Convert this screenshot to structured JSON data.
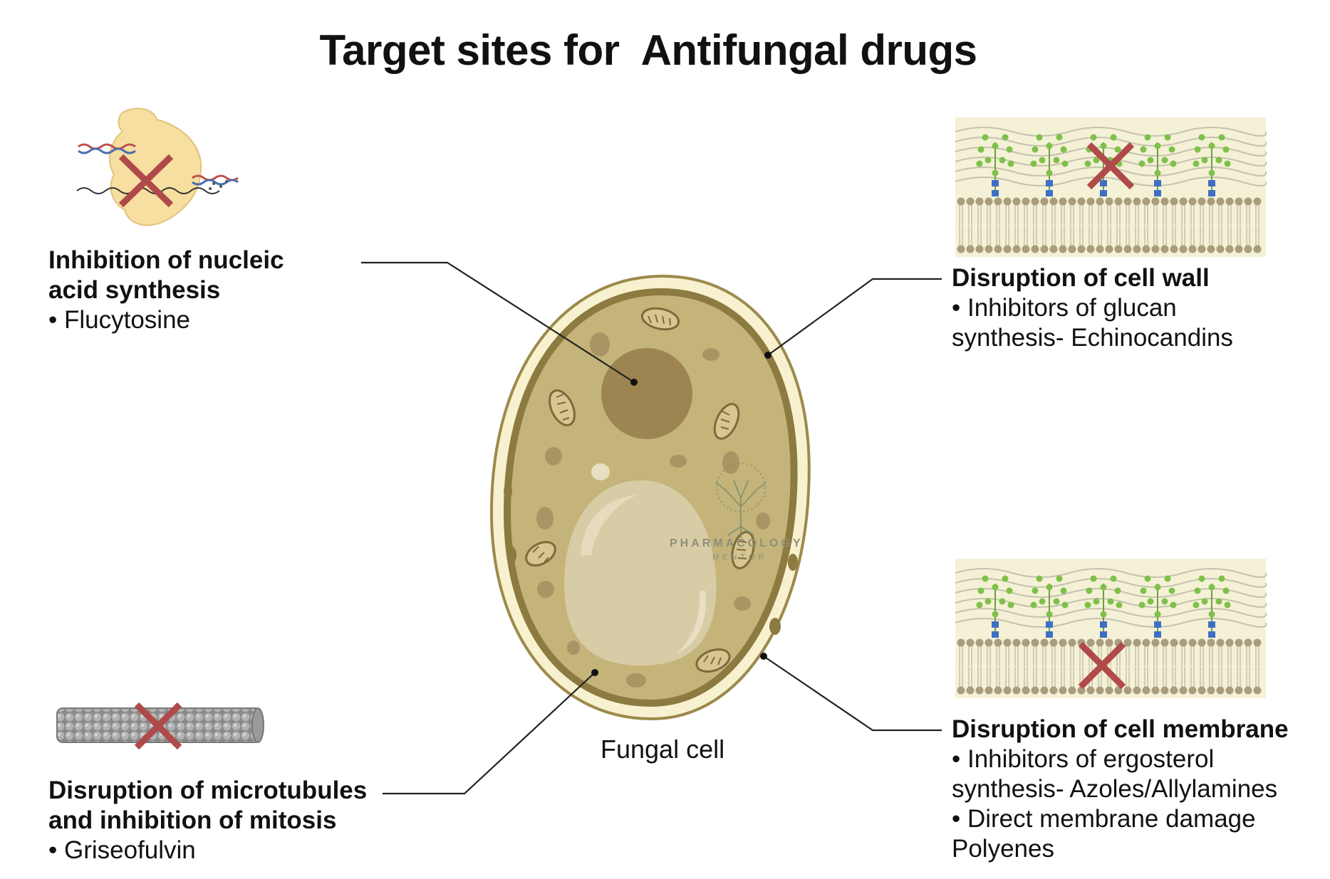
{
  "title": "Target sites for  Antifungal drugs",
  "cell_label": "Fungal cell",
  "watermark": {
    "line1": "PHARMACOLOGY",
    "line2": "MENTOR"
  },
  "targets": {
    "nucleic": {
      "heading": [
        "Inhibition of nucleic",
        "acid synthesis"
      ],
      "bullets": [
        "• Flucytosine"
      ]
    },
    "wall": {
      "heading": [
        "Disruption of cell wall"
      ],
      "bullets": [
        "• Inhibitors of glucan",
        "synthesis- Echinocandins"
      ]
    },
    "microtubules": {
      "heading": [
        "Disruption of microtubules",
        "and inhibition of mitosis"
      ],
      "bullets": [
        "• Griseofulvin"
      ]
    },
    "membrane": {
      "heading": [
        "Disruption of cell membrane"
      ],
      "bullets": [
        "• Inhibitors of ergosterol",
        "synthesis- Azoles/Allylamines",
        "• Direct membrane damage",
        "Polyenes"
      ]
    }
  },
  "colors": {
    "cross": "#b04a4a",
    "cytoplasm": "#c4b47a",
    "wall": "#f7f1cf",
    "wall_outline": "#9c8a4c",
    "nucleus": "#9c8551",
    "vacuole": "#d8cca6",
    "membrane_bg": "#f4f1d6",
    "lipid_head": "#a89d7c",
    "glycan": "#7fc04a",
    "protein": "#3f6fc4"
  }
}
